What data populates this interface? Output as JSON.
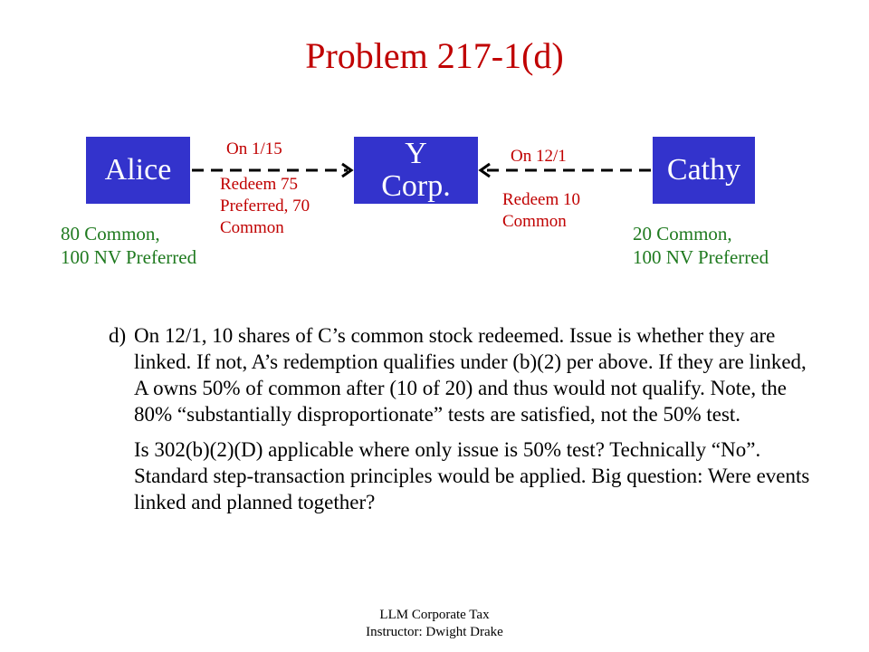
{
  "title": "Problem 217-1(d)",
  "diagram": {
    "alice": {
      "name": "Alice",
      "holdings": [
        "80 Common,",
        "100 NV Preferred"
      ]
    },
    "y_corp": {
      "lines": [
        "Y",
        "Corp."
      ]
    },
    "cathy": {
      "name": "Cathy",
      "holdings": [
        "20 Common,",
        "100 NV Preferred"
      ]
    },
    "left_transaction": {
      "date": "On 1/15",
      "detail": [
        "Redeem 75",
        "Preferred, 70",
        "Common"
      ]
    },
    "right_transaction": {
      "date": "On 12/1",
      "detail": [
        "Redeem 10",
        "Common"
      ]
    }
  },
  "body": {
    "item_label": "d)",
    "item_text": "On 12/1, 10 shares of C’s common stock redeemed.  Issue is whether they are linked.  If not, A’s redemption qualifies under (b)(2) per above.  If they are linked, A owns 50% of common after (10 of 20) and thus would not qualify.  Note, the 80% “substantially disproportionate” tests are satisfied, not the 50% test.",
    "paragraph_2": "Is 302(b)(2)(D) applicable where only issue is 50% test? Technically “No”.  Standard step-transaction principles would be applied.  Big question: Were events linked and planned together?"
  },
  "footer": [
    "LLM Corporate Tax",
    "Instructor: Dwight Drake"
  ],
  "colors": {
    "box": "#3333cc",
    "title": "#c00000",
    "transaction_text": "#c00000",
    "holdings_text": "#1f7a1f"
  }
}
